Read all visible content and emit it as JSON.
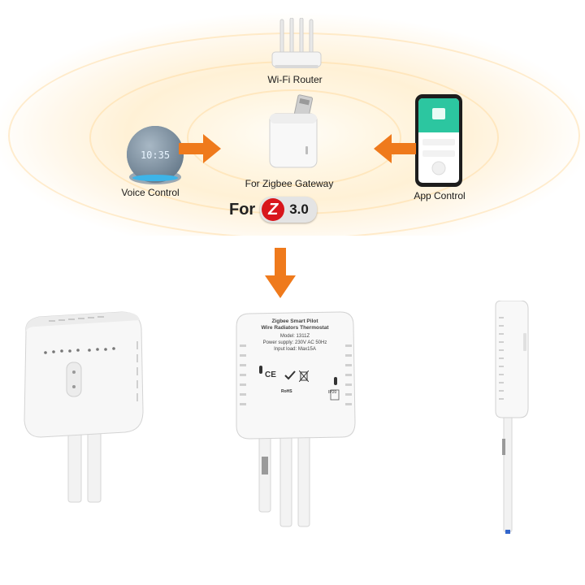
{
  "diagram": {
    "router_label": "Wi-Fi Router",
    "gateway_label": "For Zigbee Gateway",
    "voice_label": "Voice Control",
    "app_label": "App Control",
    "speaker_time": "10:35",
    "badge": {
      "prefix": "For",
      "logo_letter": "Z",
      "version": "3.0"
    }
  },
  "device": {
    "title_line1": "Zigbee Smart Pilot",
    "title_line2": "Wire Radiators Thermostat",
    "model": "Model: 1311Z",
    "power": "Power supply: 230V AC 50Hz",
    "load": "Input load: Max15A",
    "cert_ce": "CE",
    "cert_rohs": "RoHS",
    "cert_ip": "IP20"
  },
  "colors": {
    "arrow": "#ef7a1c",
    "zigbee_red": "#d8161c",
    "glow": "#fff1d6"
  }
}
